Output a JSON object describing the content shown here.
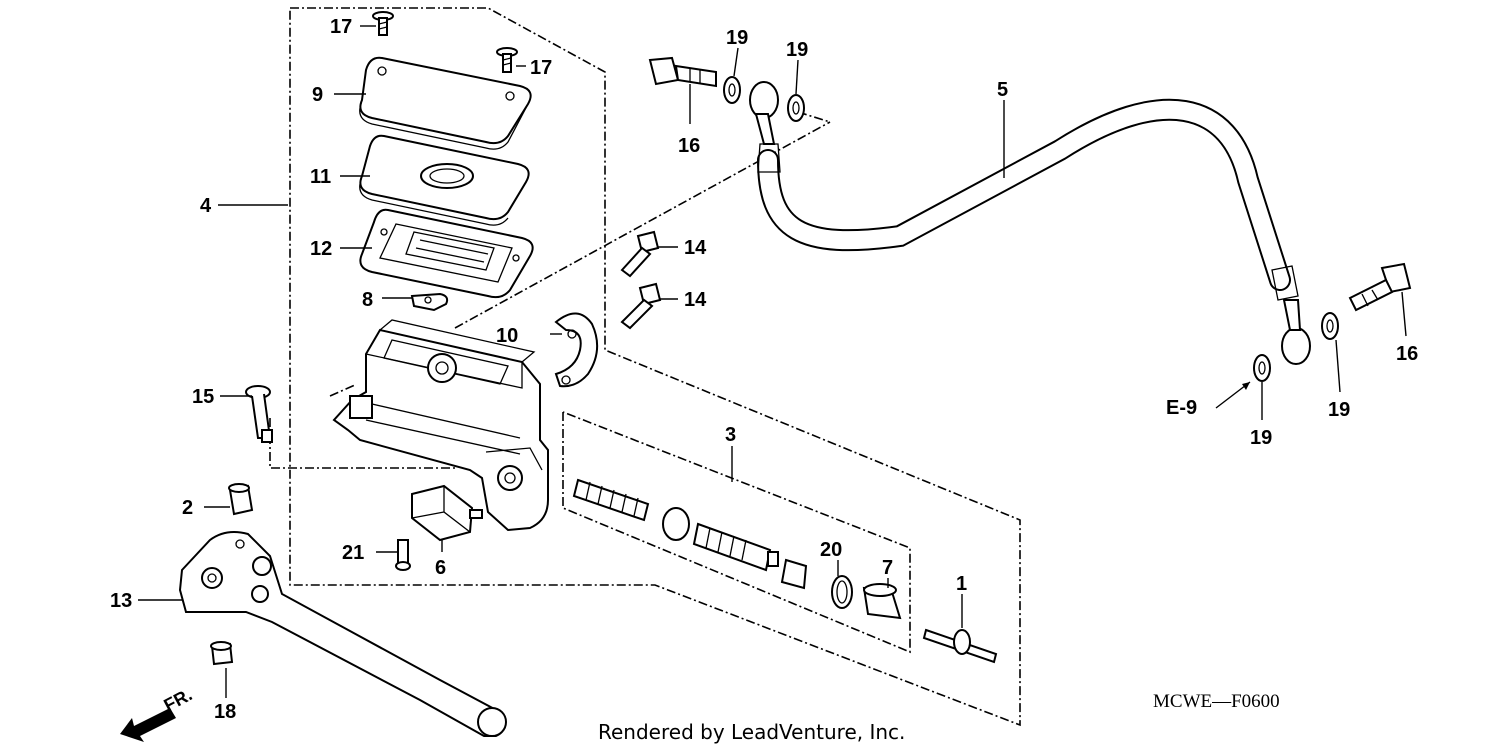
{
  "callouts": {
    "c1": "1",
    "c2": "2",
    "c3": "3",
    "c4": "4",
    "c5": "5",
    "c6": "6",
    "c7": "7",
    "c8": "8",
    "c9": "9",
    "c10": "10",
    "c11": "11",
    "c12": "12",
    "c13": "13",
    "c14a": "14",
    "c14b": "14",
    "c15": "15",
    "c16a": "16",
    "c16b": "16",
    "c17a": "17",
    "c17b": "17",
    "c18": "18",
    "c19a": "19",
    "c19b": "19",
    "c19c": "19",
    "c19d": "19",
    "c20": "20",
    "c21": "21"
  },
  "reference": "E-9",
  "front_marker": "FR.",
  "diagram_code": "MCWE—F0600",
  "credit": "Rendered by LeadVenture, Inc."
}
